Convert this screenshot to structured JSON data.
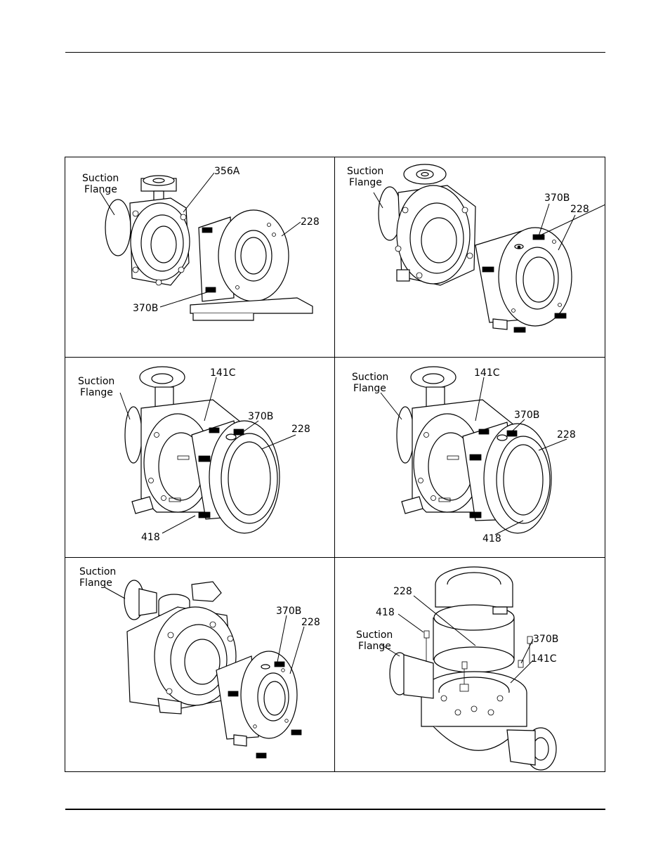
{
  "panels": [
    {
      "id": "panel-1",
      "labels": {
        "suction_line1": "Suction",
        "suction_line2": "Flange",
        "l1": "356A",
        "l2": "228",
        "l3": "370B"
      }
    },
    {
      "id": "panel-2",
      "labels": {
        "suction_line1": "Suction",
        "suction_line2": "Flange",
        "l1": "370B",
        "l2": "228"
      }
    },
    {
      "id": "panel-3",
      "labels": {
        "suction_line1": "Suction",
        "suction_line2": "Flange",
        "l1": "141C",
        "l2": "370B",
        "l3": "228",
        "l4": "418"
      }
    },
    {
      "id": "panel-4",
      "labels": {
        "suction_line1": "Suction",
        "suction_line2": "Flange",
        "l1": "141C",
        "l2": "370B",
        "l3": "228",
        "l4": "418"
      }
    },
    {
      "id": "panel-5",
      "labels": {
        "suction_line1": "Suction",
        "suction_line2": "Flange",
        "l1": "370B",
        "l2": "228"
      }
    },
    {
      "id": "panel-6",
      "labels": {
        "l1": "228",
        "l2": "418",
        "suction_line1": "Suction",
        "suction_line2": "Flange",
        "l3": "370B",
        "l4": "141C"
      }
    }
  ]
}
